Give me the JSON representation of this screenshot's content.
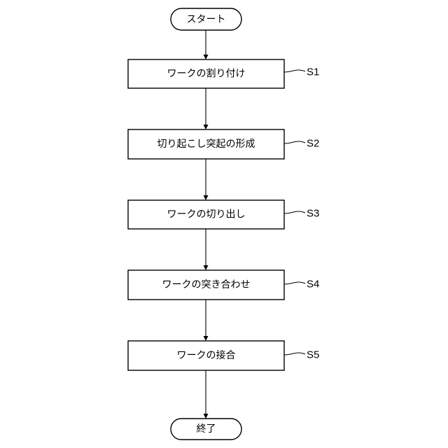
{
  "flowchart": {
    "start": {
      "label": "スタート"
    },
    "steps": [
      {
        "text": "ワークの割り付け",
        "label": "S1"
      },
      {
        "text": "切り起こし突起の形成",
        "label": "S2"
      },
      {
        "text": "ワークの切り出し",
        "label": "S3"
      },
      {
        "text": "ワークの突き合わせ",
        "label": "S4"
      },
      {
        "text": "ワークの接合",
        "label": "S5"
      }
    ],
    "end": {
      "label": "終了"
    }
  },
  "colors": {
    "line": "#000000",
    "background": "#ffffff"
  }
}
